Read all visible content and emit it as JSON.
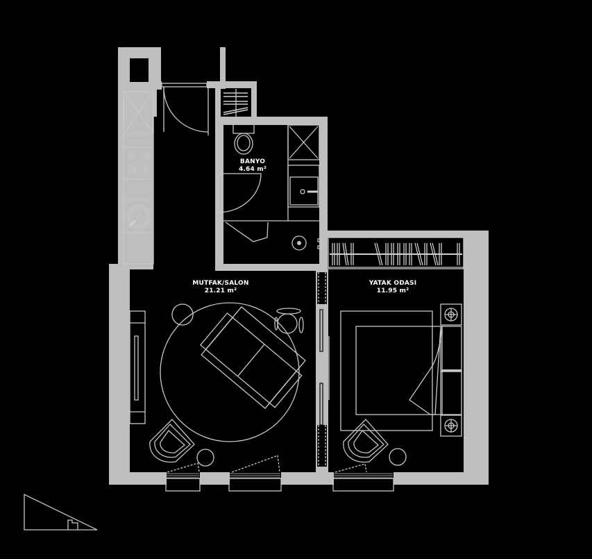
{
  "plan": {
    "rooms": [
      {
        "id": "banyo",
        "name": "BANYO",
        "area": "4.64 m²"
      },
      {
        "id": "mutfak_salon",
        "name": "MUTFAK/SALON",
        "area": "21.21 m²"
      },
      {
        "id": "yatak_odasi",
        "name": "YATAK ODASI",
        "area": "11.95 m²"
      }
    ],
    "colors": {
      "background": "#000000",
      "wall": "#bdbec0",
      "line": "#c8c8c8",
      "text": "#ffffff"
    },
    "icons": [
      "north-arrow-icon",
      "door-swing-icon",
      "stove-icon",
      "sink-icon",
      "toilet-icon",
      "shower-icon",
      "wardrobe-icon",
      "bed-icon",
      "lamp-icon",
      "sofa-icon",
      "armchair-icon",
      "window-icon"
    ]
  }
}
